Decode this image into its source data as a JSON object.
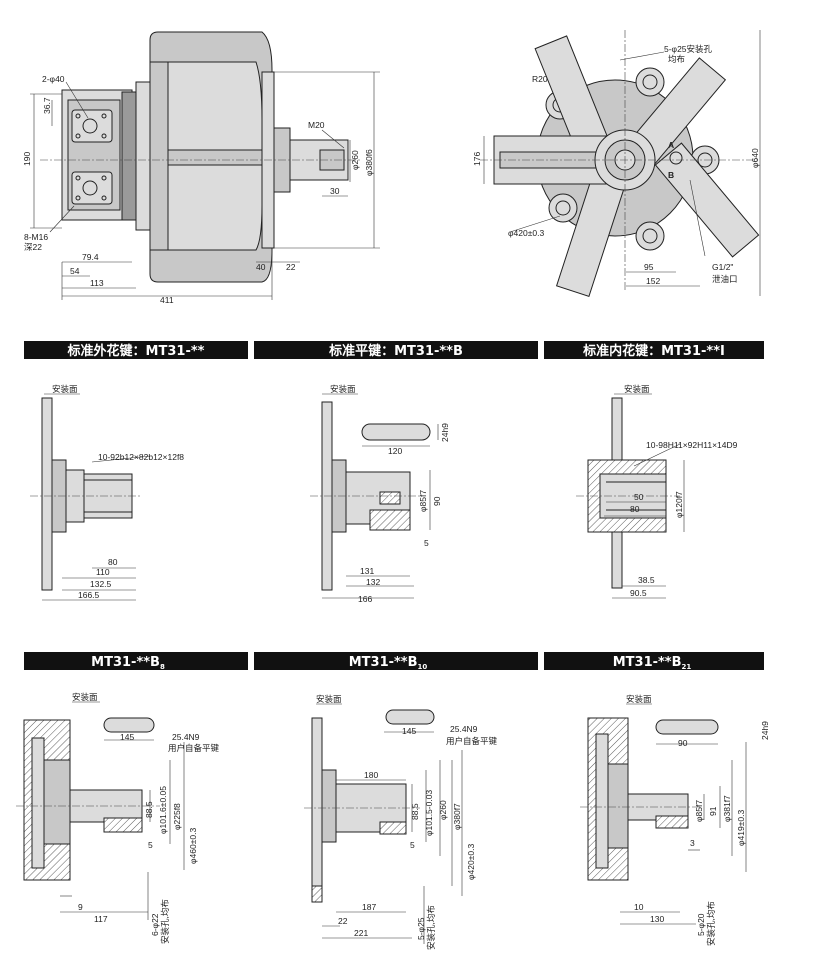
{
  "headers": {
    "h1": "标准外花键：MT31-**",
    "h2": "标准平键：MT31-**B",
    "h3": "标准内花键：MT31-**I",
    "h4_main": "MT31-**B",
    "h4_sub": "8",
    "h5_main": "MT31-**B",
    "h5_sub": "10",
    "h6_main": "MT31-**B",
    "h6_sub": "21"
  },
  "mount_face": "安装面",
  "front_view": {
    "holes": "2-φ40",
    "d367": "36.7",
    "d190": "190",
    "m16": "8-M16",
    "m16_depth": "深22",
    "d794": "79.4",
    "d54": "54",
    "d113": "113",
    "d411": "411",
    "m20": "M20",
    "d260": "φ260",
    "d380": "φ380f6",
    "d30": "30",
    "d40": "40",
    "d22": "22"
  },
  "side_view": {
    "mount_holes": "5-φ25安装孔",
    "even": "均布",
    "r20": "R20",
    "d176": "176",
    "d420": "φ420±0.3",
    "d95": "95",
    "d152": "152",
    "g12": "G1/2\"",
    "drain": "泄油口",
    "d640": "φ640",
    "A": "A",
    "B": "B"
  },
  "shaft_spline": {
    "spec": "10-92b12×82b12×12f8",
    "d80": "80",
    "d110": "110",
    "d1325": "132.5",
    "d1665": "166.5"
  },
  "shaft_key": {
    "d120": "120",
    "d24h9": "24h9",
    "d85f7": "φ85f7",
    "d90": "90",
    "d5": "5",
    "d131": "131",
    "d132": "132",
    "d166": "166"
  },
  "shaft_internal": {
    "spec": "10-98H11×92H11×14D9",
    "d50": "50",
    "d80": "80",
    "d120f7": "φ120f7",
    "d385": "38.5",
    "d905": "90.5"
  },
  "b8": {
    "d145": "145",
    "d254": "25.4N9",
    "user_key": "用户自备平键",
    "d885": "88.5",
    "d101": "φ101.6±0.05",
    "d225": "φ225f8",
    "d460": "φ460±0.3",
    "d5": "5",
    "d9": "9",
    "d117": "117",
    "holes": "6-φ22",
    "holes2": "安装孔,均布"
  },
  "b10": {
    "d145": "145",
    "d254": "25.4N9",
    "user_key": "用户自备平键",
    "d180": "180",
    "d885": "88.5",
    "d1015": "φ101.5-0.03",
    "d260": "φ260",
    "d380": "φ380f7",
    "d420": "φ420±0.3",
    "d5": "5",
    "d187": "187",
    "d22": "22",
    "d221": "221",
    "holes": "5-φ25",
    "holes2": "安装孔,均布"
  },
  "b21": {
    "d24h9": "24h9",
    "d90": "90",
    "d85f7": "φ85f7",
    "d91": "91",
    "d381": "φ381f7",
    "d419": "φ419±0.3",
    "d3": "3",
    "d10": "10",
    "d130": "130",
    "holes": "5-φ20",
    "holes2": "安装孔,均布"
  }
}
